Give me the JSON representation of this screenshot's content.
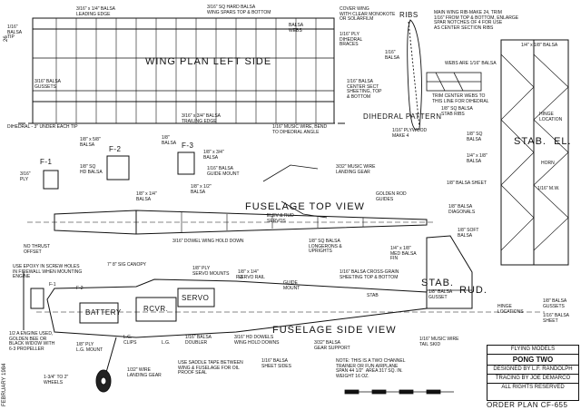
{
  "header": {
    "page_number": "26",
    "issue": "FEBRUARY 1984"
  },
  "titles": {
    "wing_plan": "WING PLAN LEFT SIDE",
    "ribs": "RIBS",
    "dihedral_pattern": "DIHEDRAL PATTERN",
    "stab_el": "STAB.  EL.",
    "fuselage_top": "FUSELAGE TOP VIEW",
    "fuselage_side": "FUSELAGE SIDE VIEW",
    "stab_rud": "STAB.",
    "rud": "RUD.",
    "battery": "BATTERY",
    "rcvr": "RCVR.",
    "servo": "SERVO",
    "f1": "F-1",
    "f2": "F-2",
    "f3": "F-3"
  },
  "labels": {
    "leading_edge": "3/16\" x 1/4\" BALSA\nLEADING EDGE",
    "wing_spars": "3/16\" SQ HARD BALSA\nWING SPARS TOP & BOTTOM",
    "cover_wing": "COVER WING\nWITH CLEAR MONOKOTE\nOR SOLARFILM",
    "balsa_webs": "BALSA\nWEBS",
    "dihedral_braces": "1/16\" PLY\nDIHEDRAL\nBRACES",
    "tip_balsa": "1/16\"\nBALSA\nTIP",
    "gussets": "3/16\" BALSA\nGUSSETS",
    "trailing_edge": "3/16\" x 3/4\" BALSA\nTRAILING EDGE",
    "dihedral_tip": "DIHEDRAL - 3\" UNDER EACH TIP",
    "music_wire_dihedral": "1/16\" MUSIC WIRE, BEND\nTO DIHEDRAL ANGLE",
    "center_sheeting": "1/16\" BALSA\nCENTER SECT\nSHEETING, TOP\n& BOTTOM",
    "rib_balsa": "1/16\"\nBALSA",
    "rib_note": "MAIN WING RIB-MAKE 24, TRIM\n1/16\" FROM TOP & BOTTOM, ENLARGE\nSPAR NOTCHES OF 4 FOR USE\nAS CENTER SECTION RIBS",
    "webs_balsa": "WEBS ARE 1/16\" BALSA",
    "trim_webs": "TRIM CENTER WEBS TO\nTHIS LINE FOR DIHEDRAL",
    "sq_balsa_ribs": "1/8\" SQ BALSA\nSTAB RIBS",
    "plywood_make4": "1/16\" PLYWOOD\nMAKE 4",
    "f1_ply": "3/16\"\nPLY",
    "f2_balsa": "1/8\" x 5/8\"\nBALSA",
    "sq_hd_balsa": "1/8\" SQ\nHD BALSA",
    "f3_balsa": "1/8\" x 3/4\"\nBALSA",
    "f3_balsa2": "1/8\"\nBALSA",
    "guide_mount": "1/16\" BALSA\nGUIDE MOUNT",
    "music_wire_gear": "3/32\" MUSIC WIRE\nLANDING GEAR",
    "golden_rod": "GOLDEN ROD\nGUIDES",
    "half_balsa": "1/8\" x 1/2\"\nBALSA",
    "quarter_balsa": "1/8\" x 1/4\"\nBALSA",
    "elev_rud": "ELEV & RUD\nSERVOS",
    "no_thrust": "NO THRUST\nOFFSET",
    "dowel": "3/16\" DOWEL WING HOLD DOWN",
    "sheet_balsa": "1/8\" BALSA SHEET",
    "diagonals": "1/8\" BALSA\nDIAGONALS",
    "soft_balsa": "1/8\" SOFT\nBALSA",
    "stab_top": "1/4\" x 1/8\" BALSA",
    "hinge_loc": "HINGE\nLOCATION",
    "horn": "HORN",
    "sq_balsa": "1/8\" SQ\nBALSA",
    "qq_balsa": "1/4\" x 1/8\"\nBALSA",
    "mw": "1/16\" M.W.",
    "epoxy": "USE EPOXY IN SCREW HOLES\nIN FIREWALL WHEN MOUNTING\nENGINE",
    "canopy": "7\" 8\" SIG CANOPY",
    "ply_servo": "1/8\" PLY\nSERVO MOUNTS",
    "servo_rail": "1/8\" x 1/4\"\nSERVO RAIL",
    "guide_mt": "GUIDE\nMOUNT",
    "longerons": "1/8\" SQ BALSA\nLONGERONS &\nUPRIGHTS",
    "cross_grain": "1/16\" BALSA CROSS-GRAIN\nSHEETING TOP & BOTTOM",
    "stab_label": "STAB",
    "fin": "1/4\" x 1/8\"\nMED BALSA\nFIN",
    "stab_gusset": "1/8\" BALSA\nGUSSET",
    "hinge_locs": "HINGE\nLOCATIONS",
    "engine": "1/2 A ENGINE USED,\nGOLDEN BEE OR\nBLACK WIDOW WITH\n6-3 PROPELLER",
    "ply_mount": "1/8\" PLY\nL.G. MOUNT",
    "lg_clips": "L.G.\nCLIPS",
    "lg": "L.G.",
    "doubler": "1/16\" BALSA\nDOUBLER",
    "hd_dowels": "3/16\" HD DOWELS\nWING HOLD DOWNS",
    "saddle_tape": "USE SADDLE TAPE BETWEEN\nWING & FUSELAGE FOR OIL\nPROOF SEAL",
    "sheet_sides": "1/16\" BALSA\nSHEET SIDES",
    "gear_support": "3/32\" BALSA\nGEAR SUPPORT",
    "tail_skid": "1/16\" MUSIC WIRE\nTAIL SKID",
    "balsa_sheet_r": "1/16\" BALSA\nSHEET",
    "gussets_r": "1/8\" BALSA\nGUSSETS",
    "wheels": "1-3/4\" TO 2\"\nWHEELS",
    "wire_gear": "1/32\" WIRE\nLANDING GEAR",
    "note": "NOTE: THIS IS A TWO CHANNEL\nTRAINER OR FUN AIRPLANE\nSPAN 44 1/2\"  AREA 317 SQ. IN.\nWEIGHT 16 OZ.",
    "f_mark": "F-1",
    "f2_mark": "F-2",
    "f3_mark": "F-3"
  },
  "title_block": {
    "magazine": "FLYING MODELS",
    "plane": "PONG TWO",
    "designer": "DESIGNED BY L.F. RANDOLPH",
    "tracing": "TRACING BY JOE DEMARCO",
    "rights": "ALL RIGHTS RESERVED"
  },
  "footer": {
    "order_plan": "ORDER PLAN CF-655"
  }
}
